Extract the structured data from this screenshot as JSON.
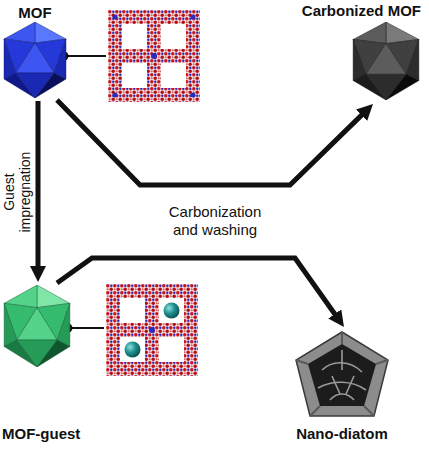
{
  "diagram": {
    "nodes": [
      {
        "text": [
          "MOF"
        ]
      },
      {
        "text": [
          "Carbonized MOF"
        ]
      },
      {
        "text": [
          "MOF-guest"
        ]
      },
      {
        "text": [
          "Nano-diatom"
        ]
      }
    ],
    "edges": [
      {
        "from": 0,
        "to": 2,
        "arrow": "to",
        "label": "Guest impregnation"
      },
      {
        "from": 0,
        "to": 1,
        "arrow": "to"
      },
      {
        "from": 2,
        "to": 3,
        "arrow": "to"
      }
    ],
    "labels": [
      "Carbonization and washing"
    ]
  }
}
